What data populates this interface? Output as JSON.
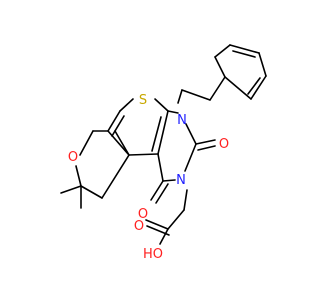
{
  "diagram": {
    "atoms": {
      "s1": {
        "text": "S",
        "color": "#c8a800"
      },
      "n1": {
        "text": "N",
        "color": "#2020ff"
      },
      "n3": {
        "text": "N",
        "color": "#2020ff"
      },
      "o_c2": {
        "text": "O",
        "color": "#ff2020"
      },
      "o_c4": {
        "text": "O",
        "color": "#ff2020"
      },
      "o_ring": {
        "text": "O",
        "color": "#ff2020"
      },
      "o_carbonyl": {
        "text": "O",
        "color": "#ff2020"
      },
      "oh": {
        "text": "HO",
        "color": "#ff2020"
      }
    }
  }
}
